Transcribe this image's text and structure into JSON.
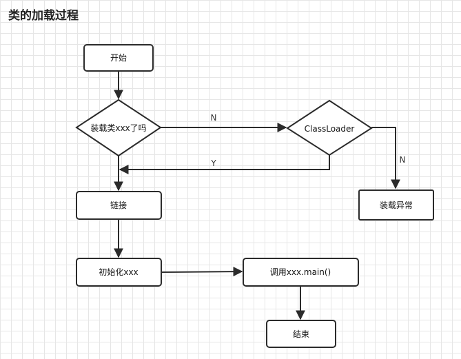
{
  "title": "类的加载过程",
  "nodes": {
    "start": "开始",
    "check_loaded": "装载类xxx了吗",
    "classloader": "ClassLoader",
    "link": "链接",
    "load_error": "装载异常",
    "init": "初始化xxx",
    "call_main": "调用xxx.main()",
    "end": "结束"
  },
  "edges": {
    "check_to_classloader": "N",
    "classloader_back": "Y",
    "classloader_to_error": "N"
  }
}
